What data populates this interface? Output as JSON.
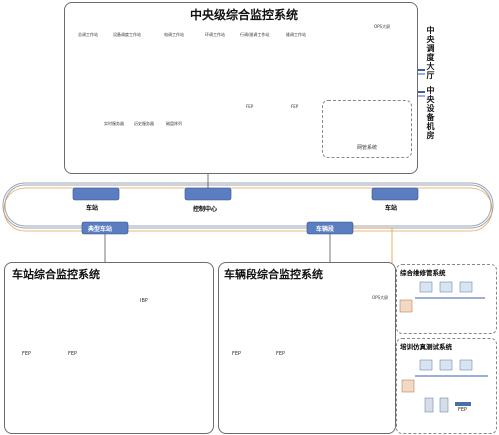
{
  "central": {
    "title": "中央级综合监控系统",
    "hall_label": "中央调度大厅",
    "room_label": "中央设备机房",
    "workstations": [
      "总调工作站",
      "设备调度工作站",
      "电调工作站",
      "环调工作站",
      "行调/维调工作站",
      "维调工作站"
    ],
    "ops_label": "OPS大屏",
    "fep_labels": [
      "FEP",
      "FEP"
    ],
    "netmgmt_label": "网管系统",
    "servers": [
      "实时服务器",
      "历史服务器",
      "磁盘阵列"
    ]
  },
  "ring": {
    "station_left": "车站",
    "control_center": "控制中心",
    "station_right": "车站",
    "typical_station": "典型车站",
    "depot": "车辆段"
  },
  "station_system": {
    "title": "车站综合监控系统",
    "ibp_label": "IBP",
    "fep_labels": [
      "FEP",
      "FEP"
    ]
  },
  "depot_system": {
    "title": "车辆段综合监控系统",
    "ops_label": "OPS大屏",
    "fep_labels": [
      "FEP",
      "FEP"
    ]
  },
  "maintenance": {
    "title": "综合维修管系统"
  },
  "training": {
    "title": "培训仿真测试系统",
    "fep_label": "FEP"
  }
}
